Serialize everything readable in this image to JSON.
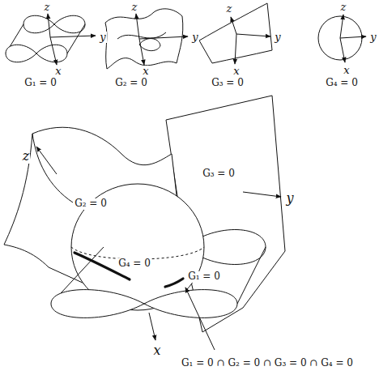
{
  "diagram": {
    "labels": [
      "z",
      "y",
      "x",
      "G₁ = 0",
      "z",
      "y",
      "x",
      "G₂ = 0",
      "z",
      "y",
      "x",
      "G₃ = 0",
      "z",
      "y",
      "x",
      "G₄ = 0",
      "z",
      "G₃ = 0",
      "G₂ = 0",
      "y",
      "G₄ = 0",
      "G₁ = 0",
      "x",
      "G₁ = 0 ∩ G₂ = 0 ∩ G₃ = 0 ∩ G₄ = 0"
    ]
  }
}
